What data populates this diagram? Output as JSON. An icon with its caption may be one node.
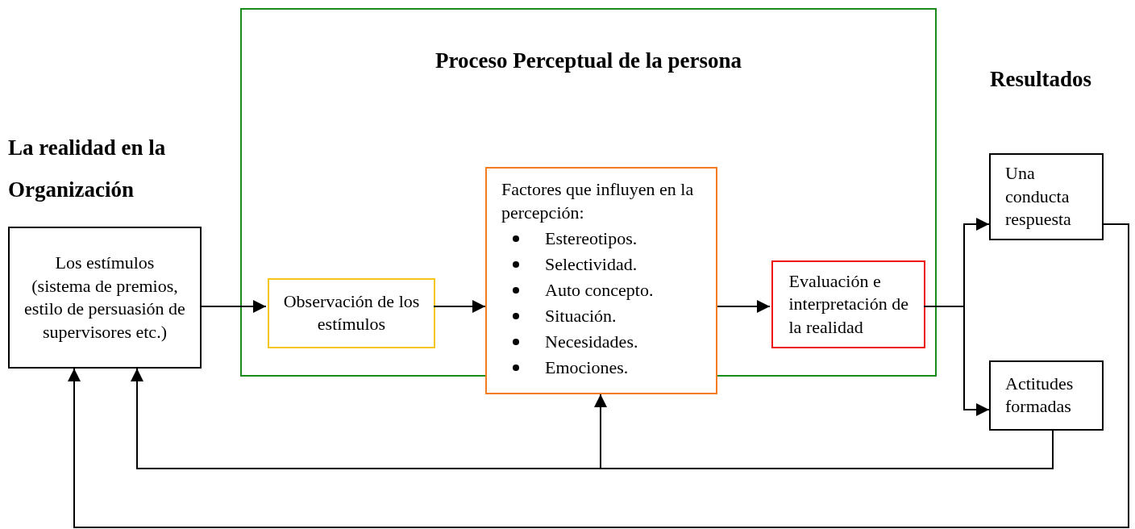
{
  "diagram": {
    "nodes": [
      {
        "text": [
          "Proceso Perceptual de la persona"
        ]
      },
      {
        "text": [
          "Los estímulos (sistema de premios, estilo de persuasión de supervisores etc.)"
        ]
      },
      {
        "text": [
          "Observación de los estímulos"
        ],
        "in": 0
      },
      {
        "text": [
          "Factores que influyen en la percepción:",
          "Estereotipos.",
          "Selectividad.",
          "Auto concepto.",
          "Situación.",
          "Necesidades.",
          "Emociones."
        ]
      },
      {
        "text": [
          "Evaluación e interpretación de la realidad"
        ],
        "in": 0
      },
      {
        "text": [
          "Una conducta respuesta"
        ]
      },
      {
        "text": [
          "Actitudes formadas"
        ]
      }
    ],
    "edges": [
      {
        "from": 1,
        "to": 2,
        "arrow": "to"
      },
      {
        "from": 2,
        "to": 3,
        "arrow": "to"
      },
      {
        "from": 3,
        "to": 4,
        "arrow": "to"
      },
      {
        "from": 4,
        "to": 5,
        "arrow": "to"
      },
      {
        "from": 4,
        "to": 6,
        "arrow": "to"
      },
      {
        "from": 6,
        "to": 1,
        "arrow": "to"
      },
      {
        "from": 6,
        "to": 3,
        "arrow": "to"
      },
      {
        "from": 5,
        "to": 1,
        "arrow": "to"
      }
    ],
    "labels": [
      "La realidad en la Organización",
      "Resultados"
    ]
  }
}
